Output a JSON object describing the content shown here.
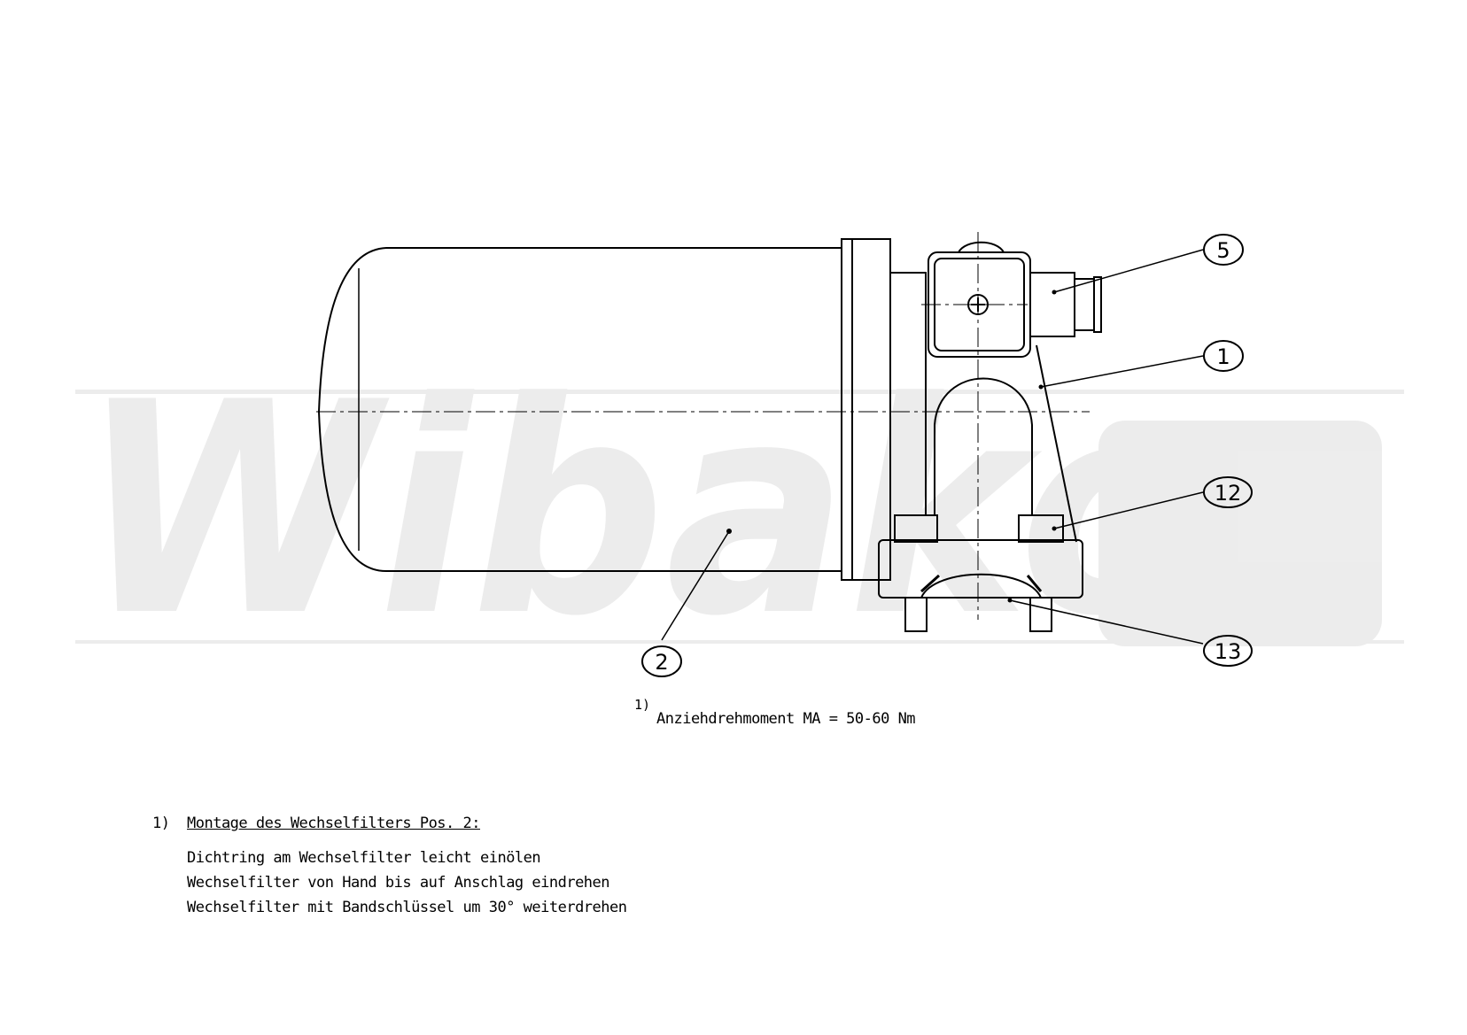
{
  "watermark": "Wibako",
  "balloons": [
    "5",
    "1",
    "12",
    "13",
    "2"
  ],
  "torque_note": {
    "marker": "1)",
    "text": "Anziehdrehmoment MA = 50-60 Nm"
  },
  "assembly_note": {
    "marker": "1)",
    "title": "Montage des Wechselfilters Pos. 2:",
    "lines": [
      "Dichtring am Wechselfilter leicht einölen",
      "Wechselfilter von Hand bis auf Anschlag eindrehen",
      "Wechselfilter mit Bandschlüssel um 30° weiterdrehen"
    ]
  }
}
